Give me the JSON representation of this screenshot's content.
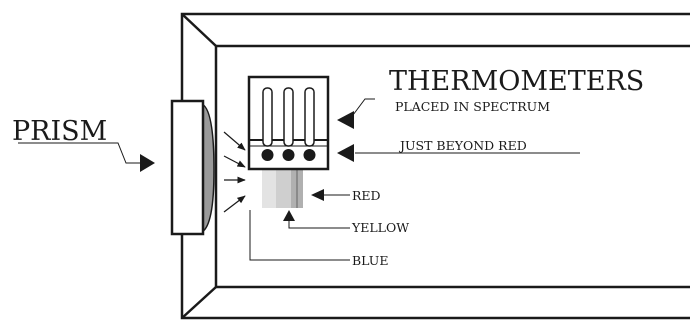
{
  "labels": {
    "prism": "PRISM",
    "thermometers": "THERMOMETERS",
    "placed": "PLACED IN SPECTRUM",
    "beyond": "JUST BEYOND RED",
    "red": "RED",
    "yellow": "YELLOW",
    "blue": "BLUE"
  },
  "colors": {
    "ink": "#1a1a1a",
    "spectrum_light": "#d9d9d9",
    "spectrum_mid": "#bdbdbd",
    "spectrum_dark": "#a6a6a6"
  }
}
